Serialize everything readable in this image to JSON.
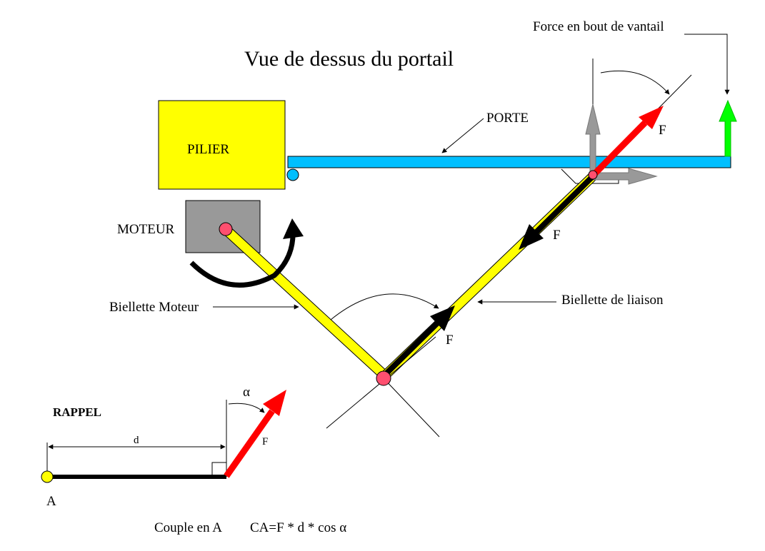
{
  "title": "Vue de dessus du portail",
  "labels": {
    "pilier": "PILIER",
    "moteur": "MOTEUR",
    "porte": "PORTE",
    "force_bout": "Force en bout de vantail",
    "biellette_moteur": "Biellette Moteur",
    "biellette_liaison": "Biellette de liaison",
    "f_top": "F",
    "f_mid": "F",
    "f_low": "F",
    "rappel": "RAPPEL",
    "alpha": "α",
    "d": "d",
    "f_rappel": "F",
    "a": "A",
    "couple": "Couple en A",
    "formula": "CA=F * d * cos α"
  },
  "colors": {
    "pilier": "#ffff00",
    "moteur": "#999999",
    "porte": "#00bfff",
    "biellette": "#ffff00",
    "force_red": "#ff0000",
    "force_black": "#000000",
    "force_grey": "#999999",
    "force_green": "#00ff00",
    "pivot": "#ff4f6f",
    "hinge": "#00bfff",
    "point_a": "#ffff00"
  },
  "icons": {
    "rotation": "curved-arrow-icon"
  }
}
